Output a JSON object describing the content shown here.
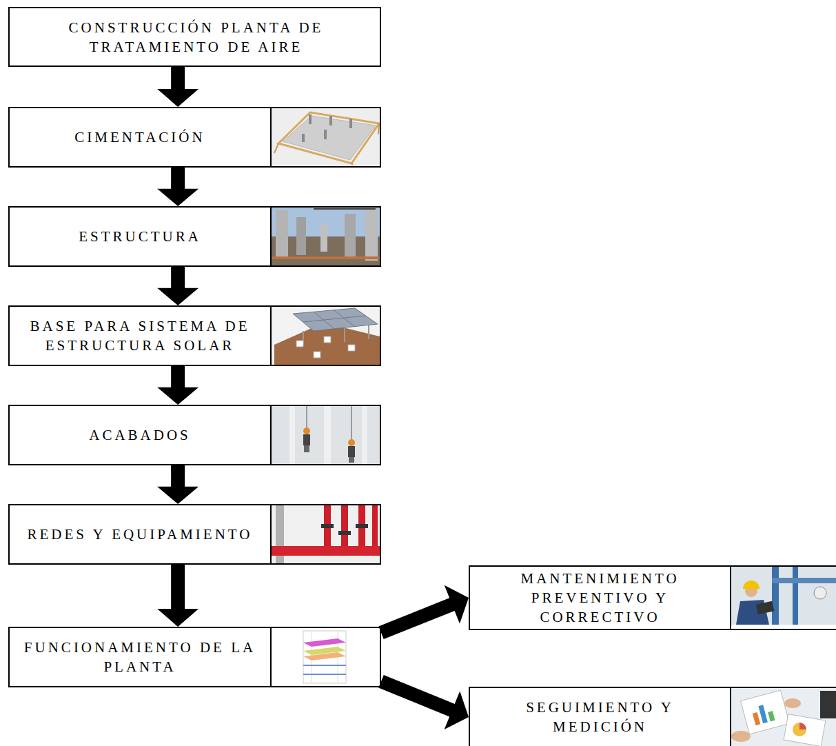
{
  "diagram": {
    "nodes": [
      {
        "text": [
          "CONSTRUCCIÓN PLANTA DE TRATAMIENTO DE AIRE"
        ]
      },
      {
        "text": [
          "CIMENTACIÓN"
        ]
      },
      {
        "text": [
          "ESTRUCTURA"
        ]
      },
      {
        "text": [
          "BASE PARA SISTEMA DE ESTRUCTURA SOLAR"
        ]
      },
      {
        "text": [
          "ACABADOS"
        ]
      },
      {
        "text": [
          "REDES Y EQUIPAMIENTO"
        ]
      },
      {
        "text": [
          "FUNCIONAMIENTO DE LA PLANTA"
        ]
      },
      {
        "text": [
          "MANTENIMIENTO PREVENTIVO Y CORRECTIVO"
        ]
      },
      {
        "text": [
          "SEGUIMIENTO Y MEDICIÓN"
        ]
      }
    ],
    "edges": [
      {
        "from": 0,
        "to": 1,
        "arrow": "to"
      },
      {
        "from": 1,
        "to": 2,
        "arrow": "to"
      },
      {
        "from": 2,
        "to": 3,
        "arrow": "to"
      },
      {
        "from": 3,
        "to": 4,
        "arrow": "to"
      },
      {
        "from": 4,
        "to": 5,
        "arrow": "to"
      },
      {
        "from": 5,
        "to": 6,
        "arrow": "to"
      },
      {
        "from": 6,
        "to": 7,
        "arrow": "to"
      },
      {
        "from": 6,
        "to": 8,
        "arrow": "to"
      }
    ]
  }
}
